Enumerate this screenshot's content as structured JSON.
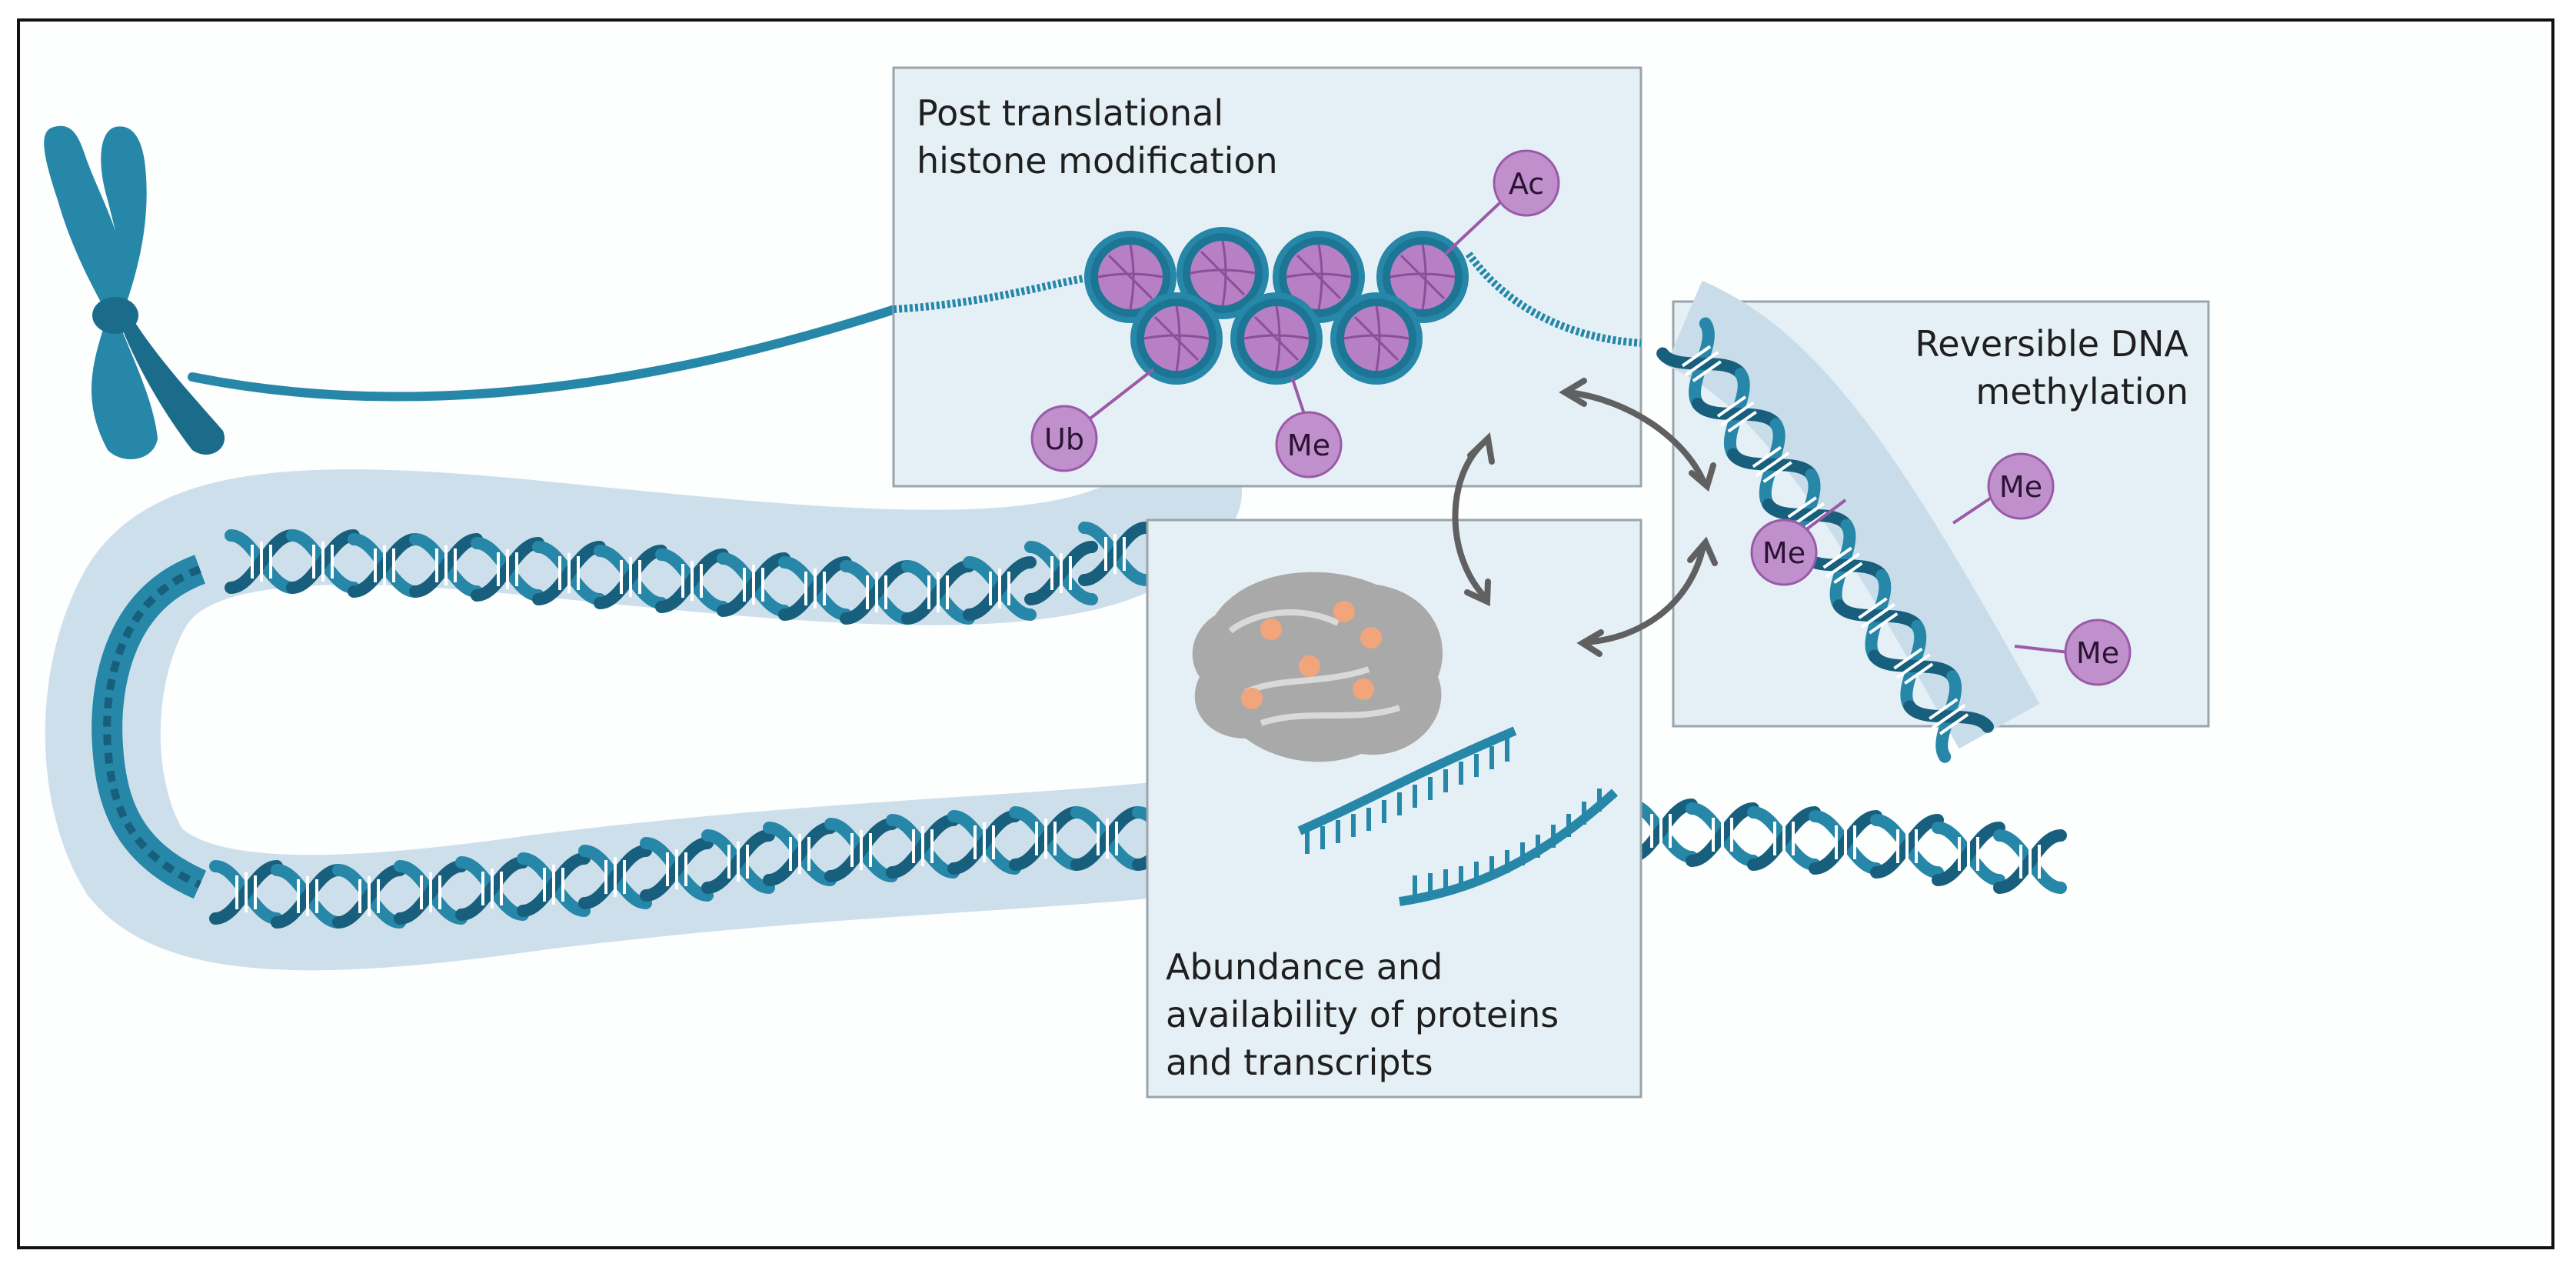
{
  "panels": {
    "histone": {
      "line1": "Post translational",
      "line2": "histone modification"
    },
    "methylation": {
      "line1": "Reversible DNA",
      "line2": "methylation"
    },
    "abundance": {
      "line1": "Abundance and",
      "line2": "availability of proteins",
      "line3": "and transcripts"
    }
  },
  "modifications": {
    "acetyl": "Ac",
    "ubiquitin": "Ub",
    "histone_methyl": "Me",
    "dna_methyl_1": "Me",
    "dna_methyl_2": "Me",
    "dna_methyl_3": "Me"
  },
  "colors": {
    "dna_strand": "#2787a8",
    "dna_dark": "#175f7c",
    "dna_halo": "#c9dcea",
    "panel_fill": "#e5f0f6",
    "panel_border": "#9aa5ab",
    "histone": "#b77fc4",
    "mod_circle": "#c090cc",
    "arrow": "#606060",
    "protein_grey": "#a9a9a9",
    "protein_dot": "#f2a57b"
  }
}
